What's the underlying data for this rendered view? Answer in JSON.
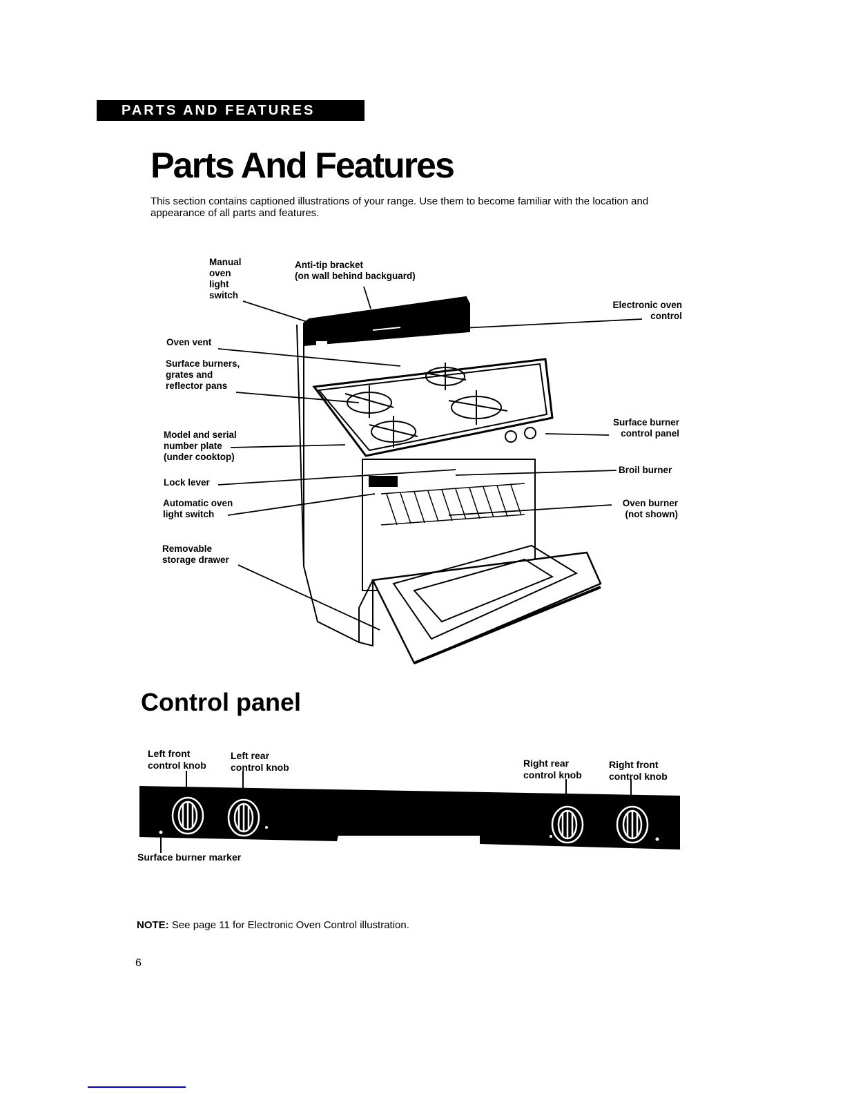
{
  "header": {
    "section_tab": "PARTS AND FEATURES",
    "title": "Parts And Features",
    "intro": "This section contains captioned illustrations of your range. Use them to become familiar with the location and appearance of all parts and features."
  },
  "range_diagram": {
    "callouts_left": [
      {
        "label": "Manual\noven\nlight\nswitch"
      },
      {
        "label": "Oven vent"
      },
      {
        "label": "Surface burners,\ngrates and\nreflector pans"
      },
      {
        "label": "Model and serial\nnumber plate\n(under cooktop)"
      },
      {
        "label": "Lock lever"
      },
      {
        "label": "Automatic oven\nlight switch"
      },
      {
        "label": "Removable\nstorage drawer"
      }
    ],
    "callouts_top": [
      {
        "label": "Anti-tip bracket\n(on wall behind backguard)"
      }
    ],
    "callouts_right": [
      {
        "label": "Electronic oven\ncontrol"
      },
      {
        "label": "Surface burner\ncontrol panel"
      },
      {
        "label": "Broil burner"
      },
      {
        "label": "Oven burner\n(not shown)"
      }
    ]
  },
  "control_panel": {
    "title": "Control panel",
    "knobs": [
      {
        "label": "Left front\ncontrol knob"
      },
      {
        "label": "Left rear\ncontrol knob"
      },
      {
        "label": "Right rear\ncontrol knob"
      },
      {
        "label": "Right front\ncontrol knob"
      }
    ],
    "marker_label": "Surface burner marker"
  },
  "footer": {
    "note_prefix": "NOTE:",
    "note_text": " See page 11 for Electronic Oven Control illustration.",
    "page_number": "6"
  }
}
